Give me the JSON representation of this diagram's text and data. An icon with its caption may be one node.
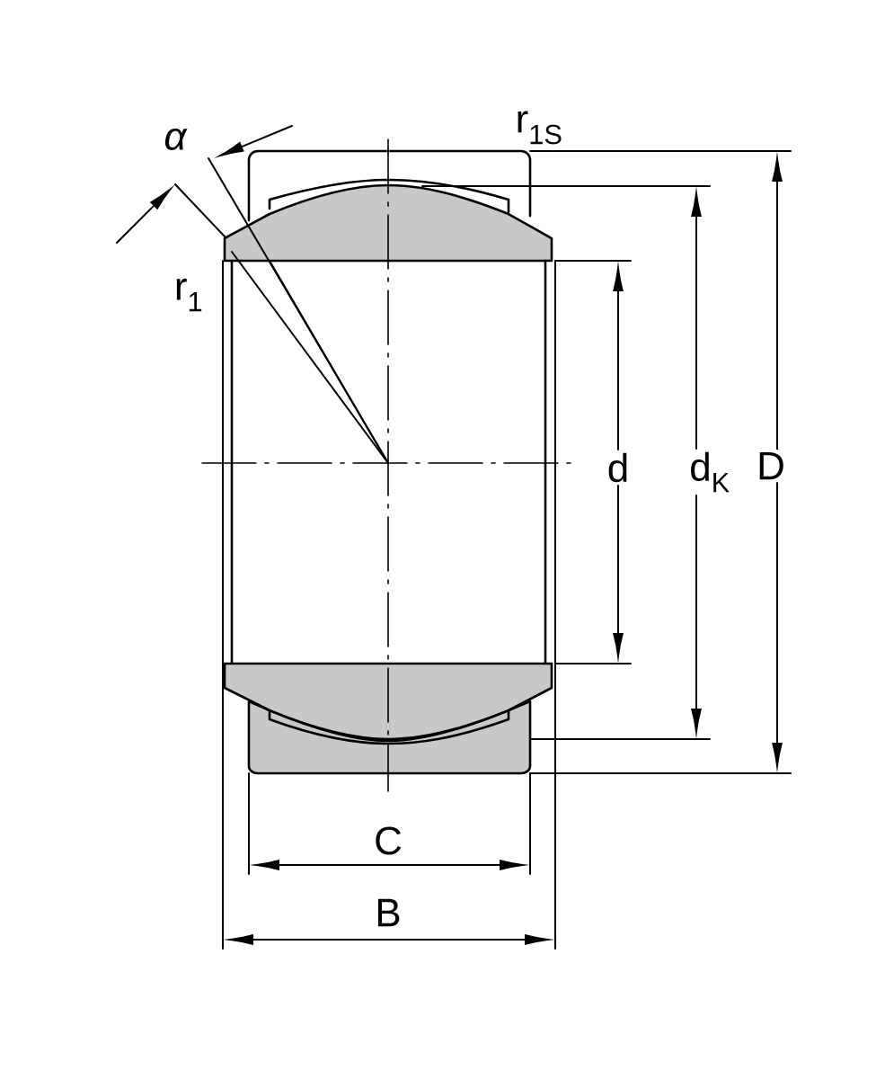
{
  "diagram": {
    "labels": [
      "α",
      "r$_{1S}$",
      "r$_{1}$",
      "d",
      "d$_{K}$",
      "D",
      "C",
      "B"
    ]
  }
}
